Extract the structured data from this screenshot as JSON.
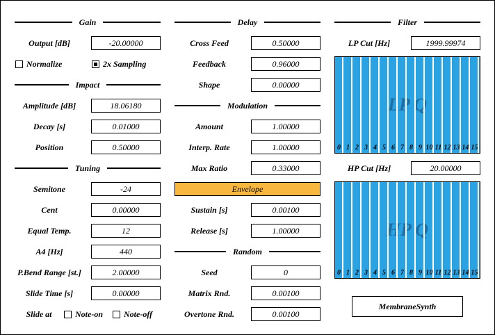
{
  "gain": {
    "title": "Gain",
    "output_label": "Output [dB]",
    "output_value": "-20.00000",
    "normalize_label": "Normalize",
    "normalize_checked": false,
    "sampling_label": "2x Sampling",
    "sampling_checked": true
  },
  "impact": {
    "title": "Impact",
    "amplitude_label": "Amplitude [dB]",
    "amplitude_value": "18.06180",
    "decay_label": "Decay [s]",
    "decay_value": "0.01000",
    "position_label": "Position",
    "position_value": "0.50000"
  },
  "tuning": {
    "title": "Tuning",
    "semitone_label": "Semitone",
    "semitone_value": "-24",
    "cent_label": "Cent",
    "cent_value": "0.00000",
    "equal_temp_label": "Equal Temp.",
    "equal_temp_value": "12",
    "a4_label": "A4 [Hz]",
    "a4_value": "440",
    "pbend_label": "P.Bend Range [st.]",
    "pbend_value": "2.00000",
    "slide_time_label": "Slide Time [s]",
    "slide_time_value": "0.00000",
    "slide_at_label": "Slide at",
    "note_on_label": "Note-on",
    "note_on_checked": false,
    "note_off_label": "Note-off",
    "note_off_checked": false
  },
  "delay": {
    "title": "Delay",
    "cross_feed_label": "Cross Feed",
    "cross_feed_value": "0.50000",
    "feedback_label": "Feedback",
    "feedback_value": "0.96000",
    "shape_label": "Shape",
    "shape_value": "0.00000"
  },
  "modulation": {
    "title": "Modulation",
    "amount_label": "Amount",
    "amount_value": "1.00000",
    "interp_label": "Interp. Rate",
    "interp_value": "1.00000",
    "max_ratio_label": "Max Ratio",
    "max_ratio_value": "0.33000",
    "envelope_label": "Envelope",
    "sustain_label": "Sustain [s]",
    "sustain_value": "0.00100",
    "release_label": "Release [s]",
    "release_value": "1.00000"
  },
  "random": {
    "title": "Random",
    "seed_label": "Seed",
    "seed_value": "0",
    "matrix_label": "Matrix Rnd.",
    "matrix_value": "0.00100",
    "overtone_label": "Overtone Rnd.",
    "overtone_value": "0.00100"
  },
  "filter": {
    "title": "Filter",
    "lp_label": "LP Cut [Hz]",
    "lp_value": "1999.99974",
    "lp_watermark": "LP Q",
    "hp_label": "HP Cut [Hz]",
    "hp_value": "20.00000",
    "hp_watermark": "HP Q",
    "bars_fill_color": "#2ba2e2",
    "bar_color": "#ffffff",
    "watermark_color": "#1f6fa3",
    "index_labels": [
      "0",
      "1",
      "2",
      "3",
      "4",
      "5",
      "6",
      "7",
      "8",
      "9",
      "10",
      "11",
      "12",
      "13",
      "14",
      "15"
    ]
  },
  "preset_button": "MembraneSynth"
}
